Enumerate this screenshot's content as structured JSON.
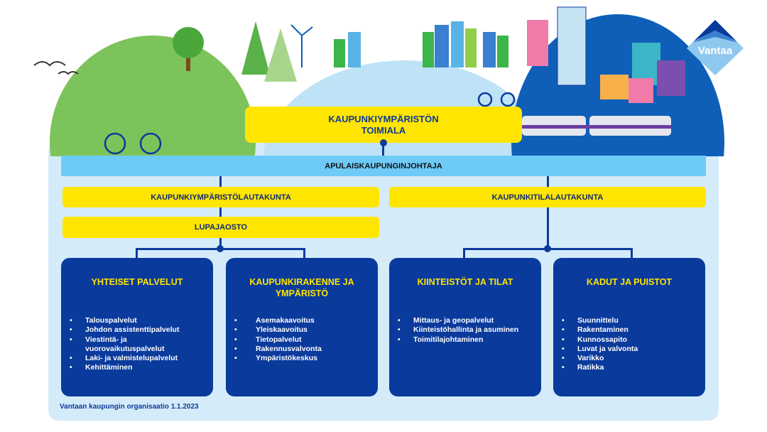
{
  "title": {
    "line1": "KAUPUNKIYMPÄRISTÖN",
    "line2": "TOIMIALA"
  },
  "deputy_mayor": "APULAISKAUPUNGINJOHTAJA",
  "boards": {
    "left": "KAUPUNKIYMPÄRISTÖLAUTAKUNTA",
    "left_sub": "LUPAJAOSTO",
    "right": "KAUPUNKITILALAUTAKUNTA"
  },
  "units": [
    {
      "title": "YHTEISET PALVELUT",
      "items": [
        "Talouspalvelut",
        "Johdon assistenttipalvelut",
        "Viestintä- ja vuorovaikutuspalvelut",
        "Laki- ja valmistelupalvelut",
        "Kehittäminen"
      ]
    },
    {
      "title": "KAUPUNKIRAKENNE JA YMPÄRISTÖ",
      "items": [
        "Asemakaavoitus",
        "Yleiskaavoitus",
        "Tietopalvelut",
        "Rakennusvalvonta",
        "Ympäristökeskus"
      ]
    },
    {
      "title": "KIINTEISTÖT JA TILAT",
      "items": [
        "Mittaus- ja geopalvelut",
        "Kiinteistöhallinta ja asuminen",
        "Toimitilajohtaminen"
      ]
    },
    {
      "title": "KADUT JA PUISTOT",
      "items": [
        "Suunnittelu",
        "Rakentaminen",
        "Kunnossapito",
        "Luvat ja valvonta",
        "Varikko",
        "Ratikka"
      ]
    }
  ],
  "bullet": "•",
  "footer": "Vantaan kaupungin organisaatio 1.1.2023",
  "logo_text": "Vantaa",
  "colors": {
    "navy": "#0a3a9c",
    "yellow": "#ffe500",
    "light_blue": "#6ecbf7",
    "panel": "#d4ebf9"
  }
}
